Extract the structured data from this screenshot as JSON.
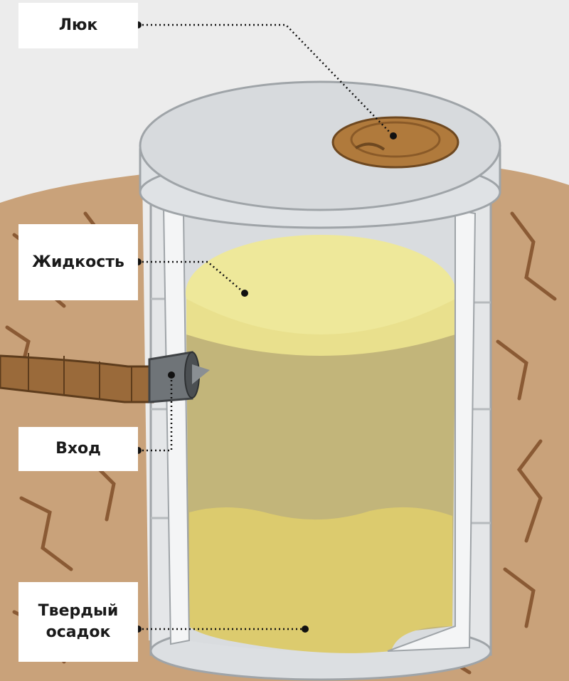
{
  "labels": {
    "hatch": "Люк",
    "liquid": "Жидкость",
    "inlet": "Вход",
    "sludge_line1": "Твердый",
    "sludge_line2": "осадок"
  },
  "colors": {
    "background": "#ececec",
    "soil": "#c9a27a",
    "soil_cracks": "#8a5a34",
    "concrete": "#e4e6e8",
    "liquid": "#eee89a",
    "middle_zone": "#c2b57a",
    "sludge": "#dccb6e",
    "pipe": "#9a6a3a",
    "hatch": "#b07a3c",
    "leader_line": "#111111"
  },
  "icons": [
    "inlet-pipe-icon",
    "manhole-hatch-icon"
  ]
}
